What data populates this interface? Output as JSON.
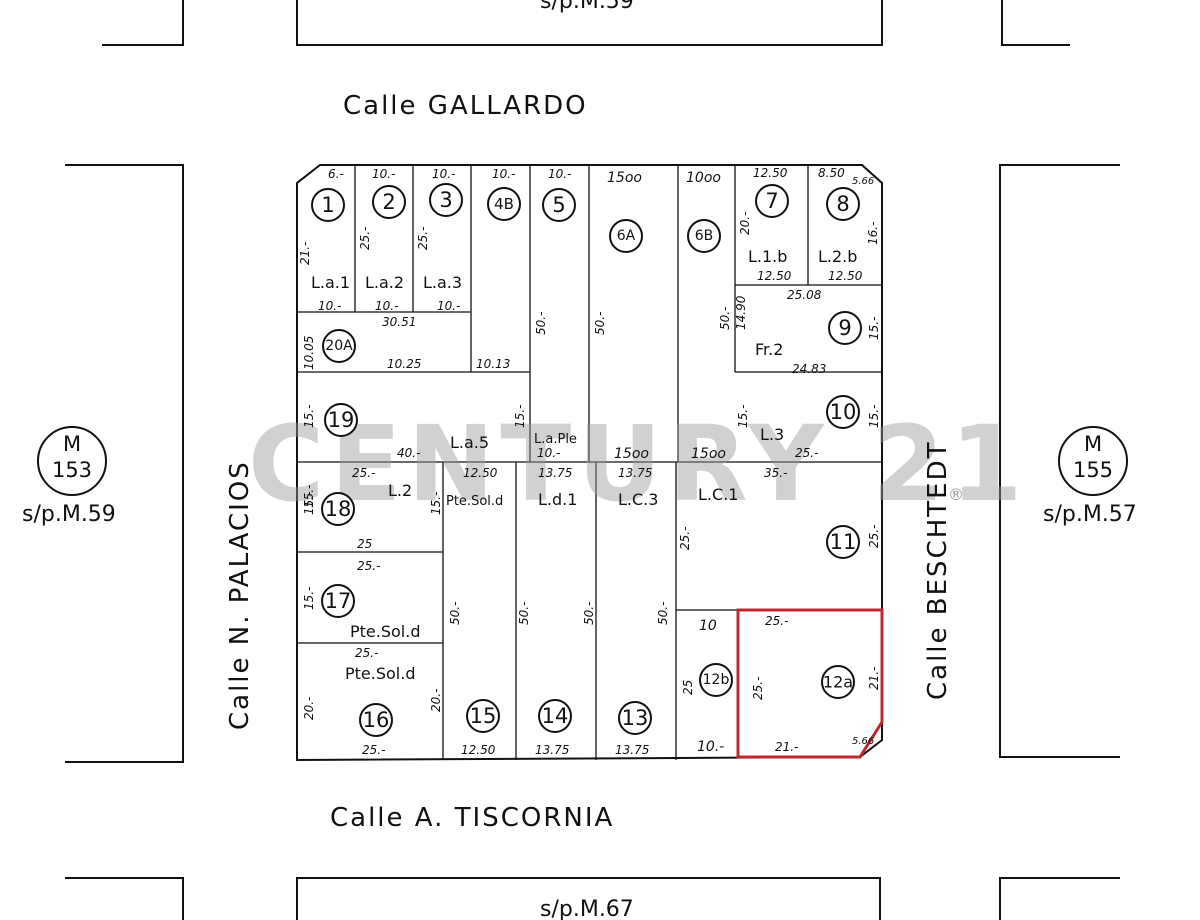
{
  "streets": {
    "north": "Calle GALLARDO",
    "south": "Calle A. TISCORNIA",
    "west": "Calle N. PALACIOS",
    "east": "Calle BESCHTEDT"
  },
  "neighbors": {
    "west": {
      "block": "M",
      "number": "153",
      "sub": "s/p.M.59"
    },
    "east": {
      "block": "M",
      "number": "155",
      "sub": "s/p.M.57"
    },
    "south": "s/p.M.67",
    "north": "s/p.M.59"
  },
  "watermark": "CENTURY 21",
  "watermark_mark": "®",
  "lots": [
    {
      "id": "1"
    },
    {
      "id": "2"
    },
    {
      "id": "3"
    },
    {
      "id": "4B"
    },
    {
      "id": "5"
    },
    {
      "id": "6A"
    },
    {
      "id": "6B"
    },
    {
      "id": "7"
    },
    {
      "id": "8"
    },
    {
      "id": "9"
    },
    {
      "id": "10"
    },
    {
      "id": "11"
    },
    {
      "id": "12a"
    },
    {
      "id": "12b"
    },
    {
      "id": "13"
    },
    {
      "id": "14"
    },
    {
      "id": "15"
    },
    {
      "id": "16"
    },
    {
      "id": "17"
    },
    {
      "id": "18"
    },
    {
      "id": "19"
    },
    {
      "id": "20A"
    }
  ],
  "labels": {
    "la1": "L.a.1",
    "la2": "L.a.2",
    "la3": "L.a.3",
    "la5": "L.a.5",
    "laple": "L.a.Ple",
    "l1b": "L.1.b",
    "l2b": "L.2.b",
    "fr2": "Fr.2",
    "l3": "L.3",
    "l2": "L.2",
    "ptesold1": "Pte.Sol.d",
    "ld1": "L.d.1",
    "lc3": "L.C.3",
    "lc1": "L.C.1",
    "ptesold2": "Pte.Sol.d",
    "ptesold3": "Pte.Sol.d"
  },
  "dims": {
    "d1": "6.-",
    "d2": "10.-",
    "d3": "10.-",
    "d4": "10.-",
    "d5": "10.-",
    "d6": "15oo",
    "d7": "10oo",
    "d8": "12.50",
    "d9": "8.50",
    "d10": "21.-",
    "d11": "25.-",
    "d12": "25.-",
    "d13": "20.-",
    "d14": "16.-",
    "d15": "10.-",
    "d16": "10.-",
    "d17": "10.-",
    "d18": "30.51",
    "d19": "12.50",
    "d20": "12.50",
    "d21": "25.08",
    "d22": "10.05",
    "d23": "10.25",
    "d24": "10.13",
    "d25": "50.-",
    "d26": "50.-",
    "d27": "50.-",
    "d28": "14.90",
    "d29": "24.83",
    "d30": "15.-",
    "d31": "15.-",
    "d32": "40.-",
    "d33": "10.-",
    "d34": "15oo",
    "d35": "15oo",
    "d36": "25.-",
    "d37": "15.-",
    "d38": "25.-",
    "d39": "12.50",
    "d40": "13.75",
    "d41": "13.75",
    "d42": "35.-",
    "d43": "15.-",
    "d44": "25",
    "d45": "25.-",
    "d46": "15.-",
    "d47": "15.-",
    "d48": "25.-",
    "d49": "20.-",
    "d50": "20.-",
    "d51": "25.-",
    "d52": "12.50",
    "d53": "13.75",
    "d54": "13.75",
    "d55": "50.-",
    "d56": "50.-",
    "d57": "50.-",
    "d58": "50.-",
    "d59": "25.-",
    "d60": "25.-",
    "d61": "10",
    "d62": "25.-",
    "d63": "25",
    "d64": "21.-",
    "d65": "10.-",
    "d66": "21.-",
    "d67": "5.66",
    "d68": "15.-",
    "d69": "15.-",
    "d70": "5.66",
    "d71": "25.-",
    "d72": "15.-"
  },
  "colors": {
    "highlight": "#c0282d",
    "line": "#111111",
    "watermark": "#9a9a9a"
  }
}
